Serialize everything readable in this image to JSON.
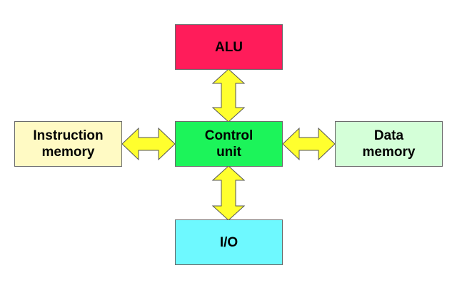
{
  "colors": {
    "alu": "#ff1c5a",
    "control_unit": "#1cf45a",
    "instruction_memory": "#fffac4",
    "data_memory": "#d4ffd8",
    "io": "#6ef9ff",
    "arrow_fill": "#ffff2e",
    "arrow_stroke": "#555555",
    "box_border": "#6b6b6b"
  },
  "nodes": {
    "alu": {
      "line1": "ALU"
    },
    "control_unit": {
      "line1": "Control",
      "line2": "unit"
    },
    "instruction_memory": {
      "line1": "Instruction",
      "line2": "memory"
    },
    "data_memory": {
      "line1": "Data",
      "line2": "memory"
    },
    "io": {
      "line1": "I/O"
    }
  },
  "edges": [
    {
      "from": "control_unit",
      "to": "alu",
      "type": "bidirectional"
    },
    {
      "from": "control_unit",
      "to": "io",
      "type": "bidirectional"
    },
    {
      "from": "control_unit",
      "to": "instruction_memory",
      "type": "bidirectional"
    },
    {
      "from": "control_unit",
      "to": "data_memory",
      "type": "bidirectional"
    }
  ]
}
